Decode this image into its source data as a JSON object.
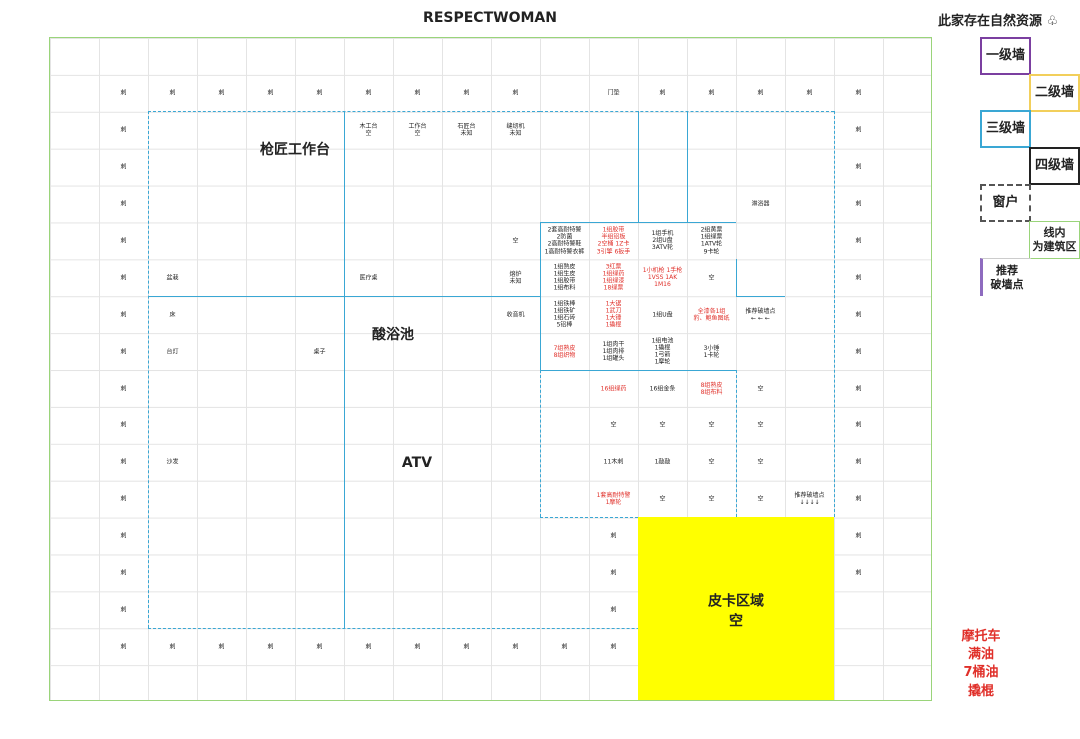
{
  "title": "RESPECTWOMAN",
  "right_title": "此家存在自然资源",
  "colors": {
    "wall1": "#7b3fa0",
    "wall2": "#f2cf5b",
    "wall3": "#3aa7d4",
    "wall4": "#222222",
    "window": "#555555",
    "zone": "#9ad47a",
    "breach": "#8e6bbf",
    "red": "#e0302a",
    "yellow": "#ffff00"
  },
  "legend": [
    {
      "label": "一级墙",
      "style": "wall1"
    },
    {
      "label": "二级墙",
      "style": "wall2"
    },
    {
      "label": "三级墙",
      "style": "wall3"
    },
    {
      "label": "四级墙",
      "style": "wall4"
    },
    {
      "label": "窗户",
      "style": "window"
    },
    {
      "label": "线内\n为建筑区",
      "style": "zone"
    },
    {
      "label": "推荐\n破墙点",
      "style": "breach"
    }
  ],
  "note": [
    "摩托车",
    "满油",
    "7桶油",
    "撬棍"
  ],
  "rooms": [
    {
      "label": "枪匠工作台",
      "size": "big"
    },
    {
      "label": "酸浴池",
      "size": "big"
    },
    {
      "label": "ATV",
      "size": "big"
    },
    {
      "label": "皮卡区域\n空",
      "size": "big"
    }
  ],
  "cells": [
    {
      "r": 1,
      "c": 1,
      "t": "刺"
    },
    {
      "r": 1,
      "c": 2,
      "t": "刺"
    },
    {
      "r": 1,
      "c": 3,
      "t": "刺"
    },
    {
      "r": 1,
      "c": 4,
      "t": "刺"
    },
    {
      "r": 1,
      "c": 5,
      "t": "刺"
    },
    {
      "r": 1,
      "c": 6,
      "t": "刺"
    },
    {
      "r": 1,
      "c": 7,
      "t": "刺"
    },
    {
      "r": 1,
      "c": 8,
      "t": "刺"
    },
    {
      "r": 1,
      "c": 9,
      "t": "刺"
    },
    {
      "r": 1,
      "c": 11,
      "t": "门垫"
    },
    {
      "r": 1,
      "c": 12,
      "t": "刺"
    },
    {
      "r": 1,
      "c": 13,
      "t": "刺"
    },
    {
      "r": 1,
      "c": 14,
      "t": "刺"
    },
    {
      "r": 1,
      "c": 15,
      "t": "刺"
    },
    {
      "r": 1,
      "c": 16,
      "t": "刺"
    },
    {
      "r": 2,
      "c": 1,
      "t": "刺"
    },
    {
      "r": 2,
      "c": 6,
      "t": "木工台\n空"
    },
    {
      "r": 2,
      "c": 7,
      "t": "工作台\n空"
    },
    {
      "r": 2,
      "c": 8,
      "t": "石匠台\n未知"
    },
    {
      "r": 2,
      "c": 9,
      "t": "缝纫机\n未知"
    },
    {
      "r": 2,
      "c": 16,
      "t": "刺"
    },
    {
      "r": 3,
      "c": 1,
      "t": "刺"
    },
    {
      "r": 3,
      "c": 16,
      "t": "刺"
    },
    {
      "r": 4,
      "c": 1,
      "t": "刺"
    },
    {
      "r": 4,
      "c": 14,
      "t": "淋浴器"
    },
    {
      "r": 4,
      "c": 16,
      "t": "刺"
    },
    {
      "r": 5,
      "c": 1,
      "t": "刺"
    },
    {
      "r": 5,
      "c": 9,
      "t": "空"
    },
    {
      "r": 5,
      "c": 10,
      "t": "2套高耐特警\n2防菌\n2高耐特警鞋\n1高耐特警衣裤"
    },
    {
      "r": 5,
      "c": 11,
      "t": "1组胶带\n半组铝板\n2空桶 1Z卡\n3引擎 6扳手",
      "red": true
    },
    {
      "r": 5,
      "c": 12,
      "t": "1组手机\n2组U盘\n3ATV轮"
    },
    {
      "r": 5,
      "c": 13,
      "t": "2组黄票\n1组绿票\n1ATV轮\n9卡轮"
    },
    {
      "r": 5,
      "c": 16,
      "t": "刺"
    },
    {
      "r": 6,
      "c": 1,
      "t": "刺"
    },
    {
      "r": 6,
      "c": 2,
      "t": "盆栽"
    },
    {
      "r": 6,
      "c": 6,
      "t": "医疗桌"
    },
    {
      "r": 6,
      "c": 9,
      "t": "熔炉\n未知"
    },
    {
      "r": 6,
      "c": 10,
      "t": "1组熟皮\n1组生皮\n1组胶带\n1组布料"
    },
    {
      "r": 6,
      "c": 11,
      "t": "3红票\n1组绿药\n1组绿漆\n18绿票",
      "red": true
    },
    {
      "r": 6,
      "c": 12,
      "t": "1小机枪 1手枪\n1VSS 1AK\n1M16",
      "red": true
    },
    {
      "r": 6,
      "c": 13,
      "t": "空"
    },
    {
      "r": 6,
      "c": 16,
      "t": "刺"
    },
    {
      "r": 7,
      "c": 1,
      "t": "刺"
    },
    {
      "r": 7,
      "c": 2,
      "t": "床"
    },
    {
      "r": 7,
      "c": 9,
      "t": "收音机"
    },
    {
      "r": 7,
      "c": 10,
      "t": "1组铁棒\n1组铁矿\n1组石砖\n5铝棒"
    },
    {
      "r": 7,
      "c": 11,
      "t": "1大锯\n1武刀\n1大锤\n1撬棍",
      "red": true
    },
    {
      "r": 7,
      "c": 12,
      "t": "1组U盘"
    },
    {
      "r": 7,
      "c": 13,
      "t": "全漆各1组\n豹、鲍鱼图纸",
      "red": true
    },
    {
      "r": 7,
      "c": 14,
      "t": "推荐破墙点\n←  ←  ←"
    },
    {
      "r": 7,
      "c": 16,
      "t": "刺"
    },
    {
      "r": 8,
      "c": 1,
      "t": "刺"
    },
    {
      "r": 8,
      "c": 2,
      "t": "台灯"
    },
    {
      "r": 8,
      "c": 5,
      "t": "桌子"
    },
    {
      "r": 8,
      "c": 10,
      "t": "7组熟皮\n8组织物",
      "red": true
    },
    {
      "r": 8,
      "c": 11,
      "t": "1组肉干\n1组肉排\n1组罐头"
    },
    {
      "r": 8,
      "c": 12,
      "t": "1组电池\n1撬棍\n1弓箭\n1摩轮"
    },
    {
      "r": 8,
      "c": 13,
      "t": "3小锤\n1卡轮"
    },
    {
      "r": 8,
      "c": 16,
      "t": "刺"
    },
    {
      "r": 9,
      "c": 1,
      "t": "刺"
    },
    {
      "r": 9,
      "c": 11,
      "t": "16组绿药",
      "red": true
    },
    {
      "r": 9,
      "c": 12,
      "t": "16组金条"
    },
    {
      "r": 9,
      "c": 13,
      "t": "8组熟皮\n8组布料",
      "red": true
    },
    {
      "r": 9,
      "c": 14,
      "t": "空"
    },
    {
      "r": 9,
      "c": 16,
      "t": "刺"
    },
    {
      "r": 10,
      "c": 1,
      "t": "刺"
    },
    {
      "r": 10,
      "c": 11,
      "t": "空"
    },
    {
      "r": 10,
      "c": 12,
      "t": "空"
    },
    {
      "r": 10,
      "c": 13,
      "t": "空"
    },
    {
      "r": 10,
      "c": 14,
      "t": "空"
    },
    {
      "r": 10,
      "c": 16,
      "t": "刺"
    },
    {
      "r": 11,
      "c": 1,
      "t": "刺"
    },
    {
      "r": 11,
      "c": 2,
      "t": "沙发"
    },
    {
      "r": 11,
      "c": 11,
      "t": "11木刺"
    },
    {
      "r": 11,
      "c": 12,
      "t": "1敲敲"
    },
    {
      "r": 11,
      "c": 13,
      "t": "空"
    },
    {
      "r": 11,
      "c": 14,
      "t": "空"
    },
    {
      "r": 11,
      "c": 16,
      "t": "刺"
    },
    {
      "r": 12,
      "c": 1,
      "t": "刺"
    },
    {
      "r": 12,
      "c": 11,
      "t": "1套高耐特警\n1摩轮",
      "red": true
    },
    {
      "r": 12,
      "c": 12,
      "t": "空"
    },
    {
      "r": 12,
      "c": 13,
      "t": "空"
    },
    {
      "r": 12,
      "c": 14,
      "t": "空"
    },
    {
      "r": 12,
      "c": 15,
      "t": "推荐破墙点\n↓↓↓↓"
    },
    {
      "r": 12,
      "c": 16,
      "t": "刺"
    },
    {
      "r": 13,
      "c": 1,
      "t": "刺"
    },
    {
      "r": 13,
      "c": 11,
      "t": "刺"
    },
    {
      "r": 13,
      "c": 16,
      "t": "刺"
    },
    {
      "r": 14,
      "c": 1,
      "t": "刺"
    },
    {
      "r": 14,
      "c": 11,
      "t": "刺"
    },
    {
      "r": 14,
      "c": 16,
      "t": "刺"
    },
    {
      "r": 15,
      "c": 1,
      "t": "刺"
    },
    {
      "r": 15,
      "c": 11,
      "t": "刺"
    },
    {
      "r": 16,
      "c": 1,
      "t": "刺"
    },
    {
      "r": 16,
      "c": 2,
      "t": "刺"
    },
    {
      "r": 16,
      "c": 3,
      "t": "刺"
    },
    {
      "r": 16,
      "c": 4,
      "t": "刺"
    },
    {
      "r": 16,
      "c": 5,
      "t": "刺"
    },
    {
      "r": 16,
      "c": 6,
      "t": "刺"
    },
    {
      "r": 16,
      "c": 7,
      "t": "刺"
    },
    {
      "r": 16,
      "c": 8,
      "t": "刺"
    },
    {
      "r": 16,
      "c": 9,
      "t": "刺"
    },
    {
      "r": 16,
      "c": 10,
      "t": "刺"
    },
    {
      "r": 16,
      "c": 11,
      "t": "刺"
    }
  ]
}
